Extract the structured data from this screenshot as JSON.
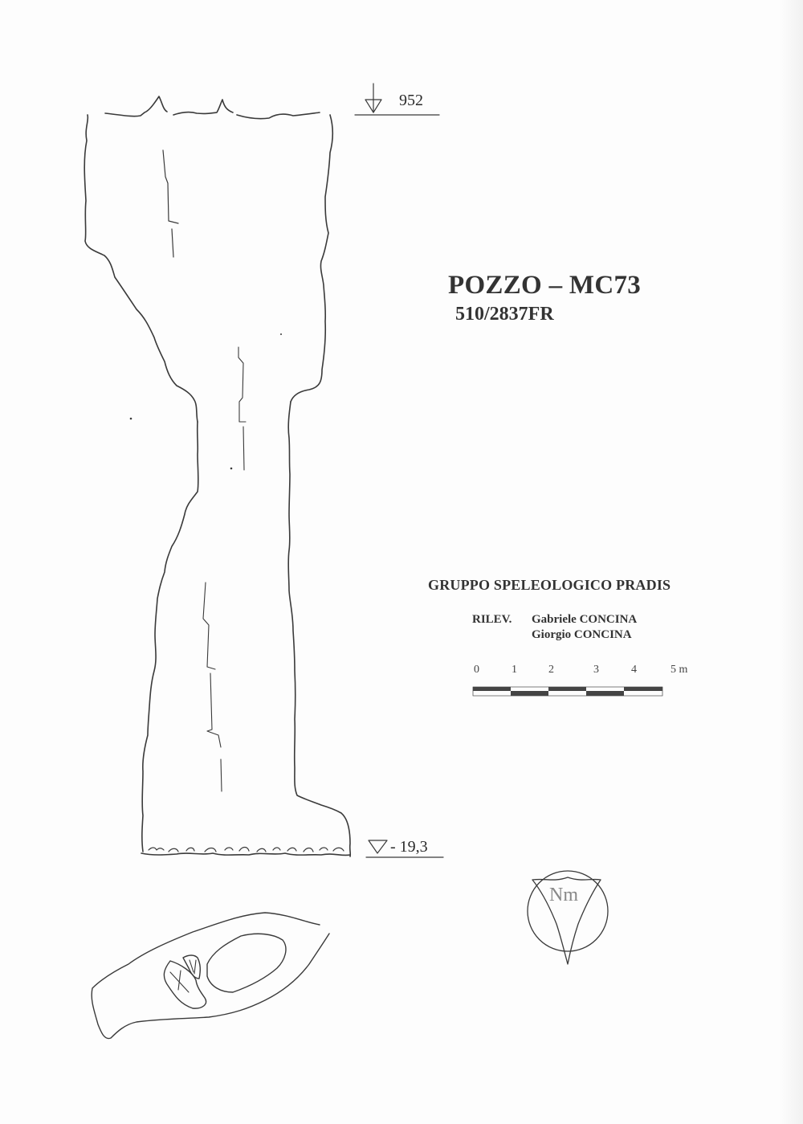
{
  "survey": {
    "title": "POZZO – MC73",
    "cadastre_number": "510/2837FR",
    "group": "GRUPPO SPELEOLOGICO PRADIS",
    "surveyed_by_label": "RILEV.",
    "surveyors": [
      "Gabriele CONCINA",
      "Giorgio CONCINA"
    ]
  },
  "elevations": {
    "entrance": "952",
    "bottom": "- 19,3"
  },
  "scale_bar": {
    "ticks": [
      "0",
      "1",
      "2",
      "3",
      "4",
      "5 m"
    ],
    "unit": "m",
    "length_m": 5
  },
  "north_arrow": {
    "label": "Nm"
  },
  "icons": {
    "entrance_marker": "entrance-arrow-triangle-icon",
    "depth_marker": "depth-triangle-icon",
    "north_arrow": "magnetic-north-icon"
  },
  "colors": {
    "ink": "#3a3a3a",
    "paper": "#fdfdfd",
    "north_text": "#888888"
  }
}
